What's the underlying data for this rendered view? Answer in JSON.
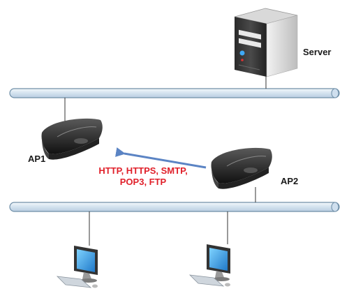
{
  "labels": {
    "server": "Server",
    "ap1": "AP1",
    "ap2": "AP2"
  },
  "protocols": {
    "line1": "HTTP, HTTPS, SMTP,",
    "line2": "POP3, FTP"
  },
  "colors": {
    "protocol_text": "#e0202a",
    "arrow": "#5b84c4",
    "bus_fill": "#dce8f3",
    "bus_stroke": "#6f8fa8"
  },
  "icons": {
    "server": "server-tower-icon",
    "router": "wireless-router-icon",
    "workstation": "desktop-computer-icon"
  }
}
